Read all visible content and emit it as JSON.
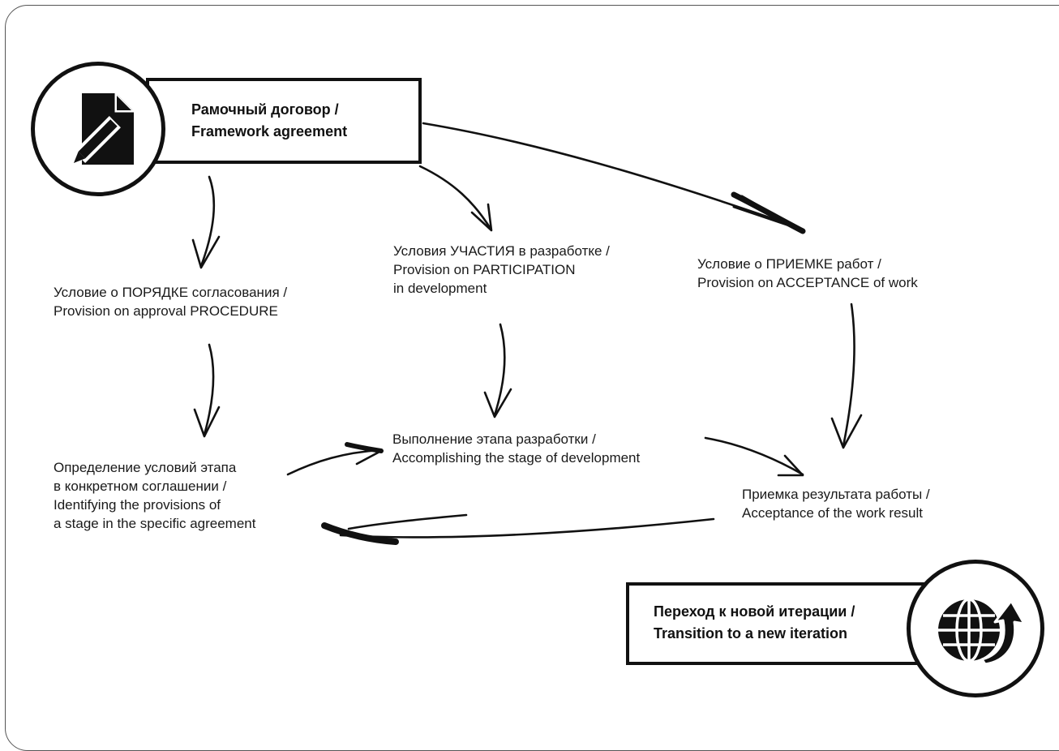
{
  "start": {
    "ru": "Рамочный договор /",
    "en": "Framework agreement",
    "icon": "document-pen-icon"
  },
  "procedure": {
    "ru": "Условие о ПОРЯДКЕ согласования /",
    "en": "Provision on approval PROCEDURE"
  },
  "participation": {
    "ru": "Условия УЧАСТИЯ в разработке /",
    "en1": "Provision on PARTICIPATION",
    "en2": "in development"
  },
  "acceptance_provision": {
    "ru": "Условие о ПРИЕМКЕ работ /",
    "en": "Provision on ACCEPTANCE of work"
  },
  "stage_definition": {
    "line1": "Определение условий этапа",
    "line2": "в конкретном соглашении /",
    "line3": "Identifying the provisions of",
    "line4": "a stage in the specific agreement"
  },
  "stage_execution": {
    "ru": "Выполнение этапа разработки /",
    "en": "Accomplishing the stage of development"
  },
  "result_acceptance": {
    "ru": "Приемка результата работы /",
    "en": "Acceptance of the work result"
  },
  "end": {
    "ru": "Переход к новой итерации /",
    "en": "Transition to a new iteration",
    "icon": "globe-arrow-icon"
  }
}
